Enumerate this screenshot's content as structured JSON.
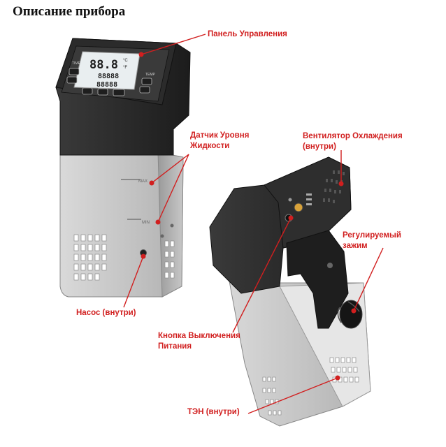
{
  "title": "Описание прибора",
  "colors": {
    "accent": "#d11f1f",
    "body_dark": "#2a2a2a",
    "body_steel": "#c9c9c9",
    "lcd": "#e9eef0"
  },
  "device_front": {
    "display": {
      "temp_reading": "88.8",
      "unit_c": "°C",
      "unit_f": "°F",
      "row1": "88888",
      "row2": "88888",
      "left_label": "TIME",
      "right_label": "TEMP"
    },
    "level_marks": {
      "max": "MAX",
      "min": "MIN"
    }
  },
  "callouts": {
    "control_panel": "Панель Управления",
    "liquid_level_sensor_line1": "Датчик Уровня",
    "liquid_level_sensor_line2": "Жидкости",
    "pump": "Насос (внутри)",
    "cooling_fan_line1": "Вентилятор Охлаждения",
    "cooling_fan_line2": "(внутри)",
    "adjustable_clamp_line1": "Регулируемый",
    "adjustable_clamp_line2": "зажим",
    "power_switch_line1": "Кнопка Выключения",
    "power_switch_line2": "Питания",
    "heating_element": "ТЭН (внутри)"
  }
}
